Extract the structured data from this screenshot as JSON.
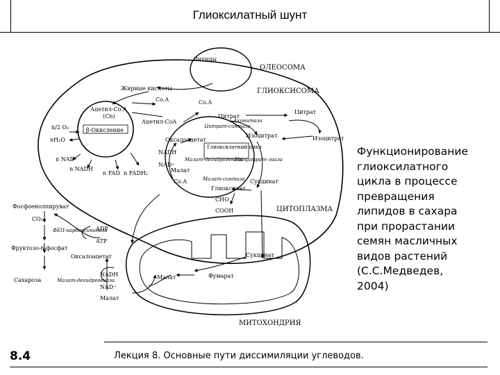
{
  "slide": {
    "title": "Глиоксилатный шунт",
    "caption_lines": [
      "Функционирование",
      "глиоксилатного",
      "цикла в процессе",
      "превращения",
      "липидов в сахара",
      "при прорастании",
      "семян масличных",
      "видов растений",
      "(С.С.Медведев,",
      "2004)"
    ],
    "number": "8.4",
    "footer": "Лекция 8. Основные пути диссимиляции углеводов."
  },
  "diagram": {
    "compartments": {
      "oleosome": "ОЛЕОСОМА",
      "glyoxysome": "ГЛИОКСИСОМА",
      "cytoplasm": "ЦИТОПЛАЗМА",
      "mitochondrion": "МИТОХОНДРИЯ"
    },
    "metabolites": {
      "lipids": "Липиды",
      "fatty_acids": "Жирные кислоты",
      "coa_1": "Co.A",
      "acetyl_coa_1": "Ацетил-Co.A",
      "cn": "(Cn)",
      "beta_oxidation": "β-Окисление",
      "o2": "n/2 O₂",
      "h2o": "nH₂O",
      "nad_1": "n NAD⁺",
      "nadh_1": "n NADH",
      "fad": "n FAD",
      "fadh2": "n FADH₂",
      "acetyl_coa_2": "Ацетил-CoA",
      "coa_2": "Co.A",
      "citrate_1": "Цитрат",
      "citrate_synthase": "Цитрат-синтаза",
      "isocitrate_1": "Изоцитрат",
      "aconitase": "Аконитаза",
      "oxaloacetate_1": "Оксалоацетат",
      "nadh_2": "NADH",
      "nad_2": "NAD⁺",
      "glyoxylate_cycle": "Глиоксилатный цикл",
      "malate_dehydrogenase_1": "Малат-дегидрогеназа",
      "malate_1": "Малат",
      "coa_3": "Co.A",
      "malate_synthase": "Малат-синтаза",
      "glyoxylate": "Глиоксилат",
      "succinate_1": "Сукцинат",
      "isocitrate_lyase": "Изоцитрат-лиаза",
      "cho": "CHO",
      "cooh": "COOH",
      "citrate_2": "Цитрат",
      "isocitrate_2": "Изоцитрат",
      "pep": "Фосфоенолпируват",
      "co2": "CO₂",
      "pep_carboxykinase": "ФЕП-карбоксикиназа",
      "adp": "ADP",
      "atp": "ATP",
      "fructose_6p": "Фруктозо-6-фосфат",
      "oxaloacetate_2": "Оксалоацетат",
      "sucrose": "Сахароза",
      "nadh_3": "NADH",
      "malate_dehydrogenase_2": "Малат-дегидрогеназа",
      "nad_3": "NAD⁺",
      "malate_2": "Малат",
      "malate_3": "Малат",
      "fumarate": "Фумарат",
      "succinate_2": "Сукцинат"
    }
  }
}
